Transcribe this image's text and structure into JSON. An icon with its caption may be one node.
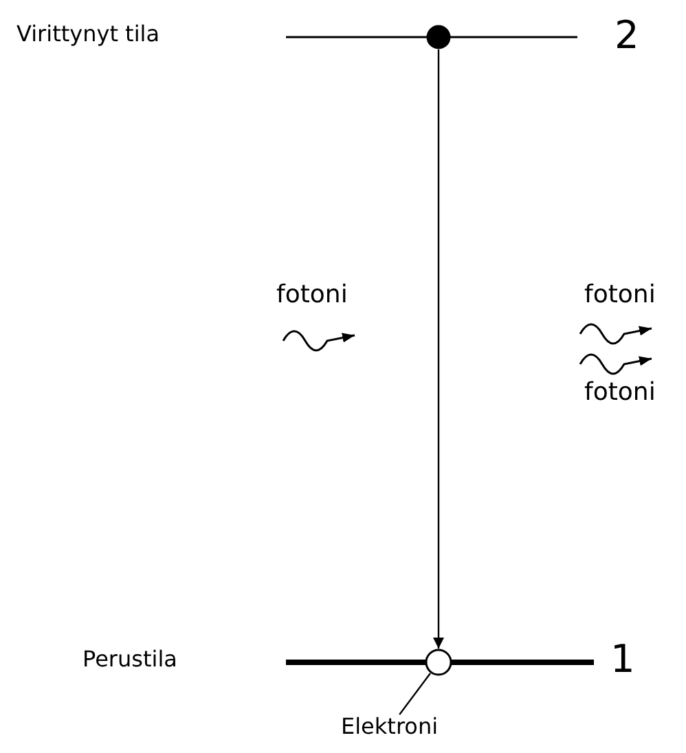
{
  "diagram": {
    "nodes": [
      {
        "text": [],
        "shape": "circle"
      },
      {
        "text": [],
        "shape": "circle"
      },
      {
        "text": [
          "Elektroni"
        ]
      }
    ],
    "edges": [
      {
        "from": 0,
        "to": 1,
        "arrow": "to"
      },
      {
        "from": 2,
        "to": 1,
        "arrow": "none"
      }
    ],
    "labels": [
      "Virittynyt tila",
      "2",
      "fotoni",
      "fotoni",
      "fotoni",
      "Perustila",
      "1"
    ]
  }
}
